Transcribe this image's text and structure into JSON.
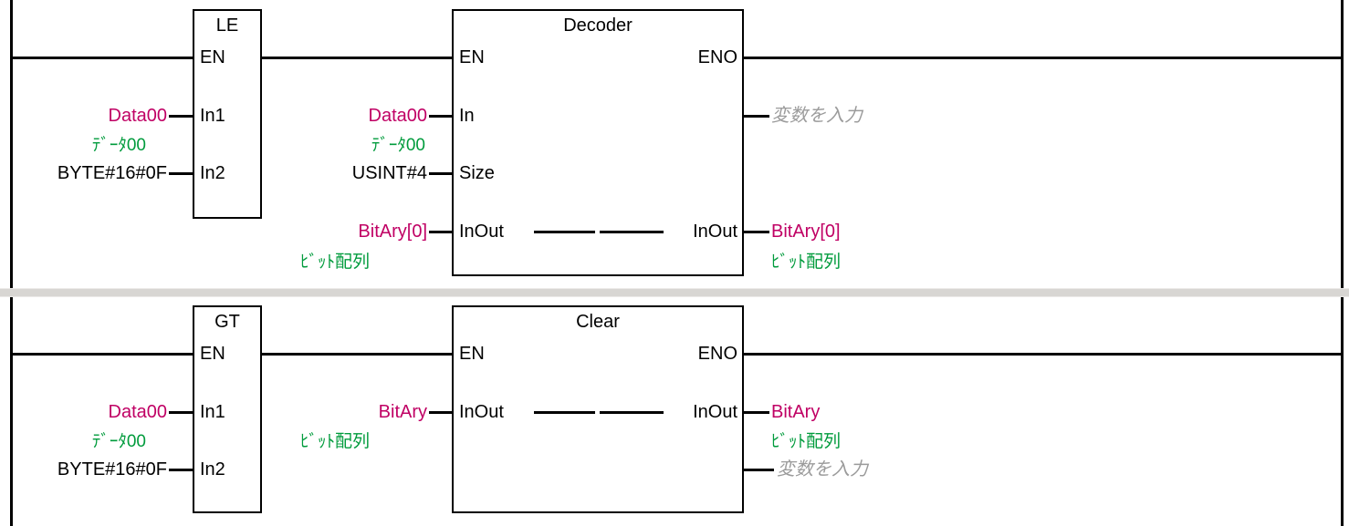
{
  "editor": {
    "type": "plc-fbd-ladder-canvas",
    "colors": {
      "variable": "#c00064",
      "comment": "#009b3c",
      "placeholder": "#9b9b9b",
      "line": "#000000",
      "rung_separator": "#d8d6d3"
    }
  },
  "rung1": {
    "le": {
      "title": "LE",
      "en": "EN",
      "in1": "In1",
      "in2": "In2"
    },
    "le_in1_var": "Data00",
    "le_in1_comment": "ﾃﾞｰﾀ00",
    "le_in2_literal": "BYTE#16#0F",
    "decoder": {
      "title": "Decoder",
      "en": "EN",
      "eno": "ENO",
      "in": "In",
      "size": "Size",
      "inout_left": "InOut",
      "inout_right": "InOut"
    },
    "decoder_in_var": "Data00",
    "decoder_in_comment": "ﾃﾞｰﾀ00",
    "decoder_size_literal": "USINT#4",
    "decoder_inout_var": "BitAry[0]",
    "decoder_inout_comment": "ﾋﾞｯﾄ配列",
    "decoder_out_placeholder": "変数を入力",
    "decoder_inout_result_var": "BitAry[0]",
    "decoder_inout_result_comment": "ﾋﾞｯﾄ配列"
  },
  "rung2": {
    "gt": {
      "title": "GT",
      "en": "EN",
      "in1": "In1",
      "in2": "In2"
    },
    "gt_in1_var": "Data00",
    "gt_in1_comment": "ﾃﾞｰﾀ00",
    "gt_in2_literal": "BYTE#16#0F",
    "clear": {
      "title": "Clear",
      "en": "EN",
      "eno": "ENO",
      "inout_left": "InOut",
      "inout_right": "InOut"
    },
    "clear_inout_var": "BitAry",
    "clear_inout_comment": "ﾋﾞｯﾄ配列",
    "clear_inout_result_var": "BitAry",
    "clear_inout_result_comment": "ﾋﾞｯﾄ配列",
    "clear_out_placeholder": "変数を入力"
  }
}
